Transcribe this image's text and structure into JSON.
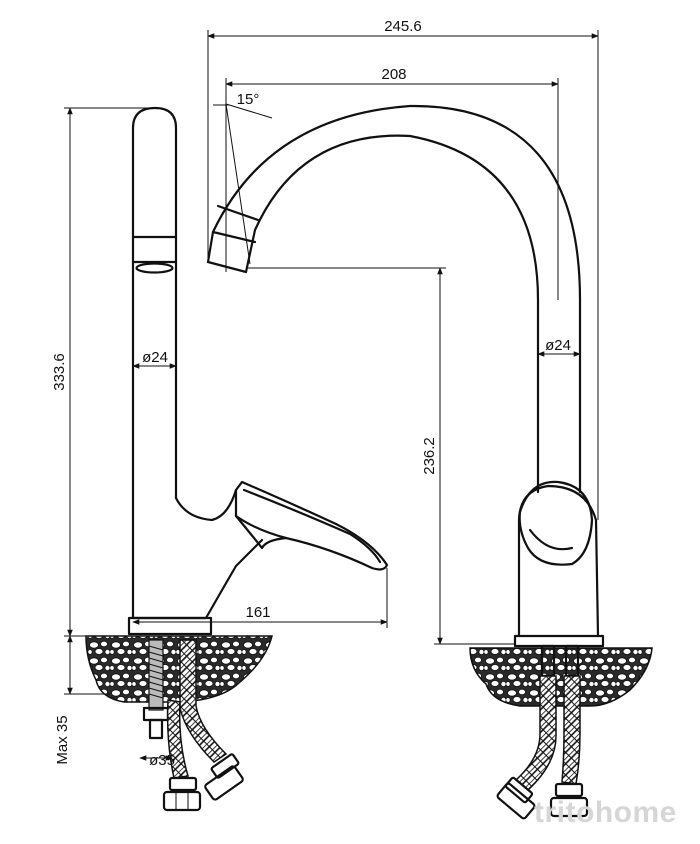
{
  "dimensions": {
    "overall_reach": "245.6",
    "spout_reach": "208",
    "spout_angle": "15°",
    "height_total": "333.6",
    "spout_height": "236.2",
    "spout_diameter_side": "ø24",
    "spout_diameter_front": "ø24",
    "lever_length": "161",
    "max_deck_thickness": "Max 35",
    "mount_hole": "ø35"
  },
  "watermark": "tritohome",
  "colors": {
    "line": "#111111",
    "watermark": "#d6d6d6"
  }
}
